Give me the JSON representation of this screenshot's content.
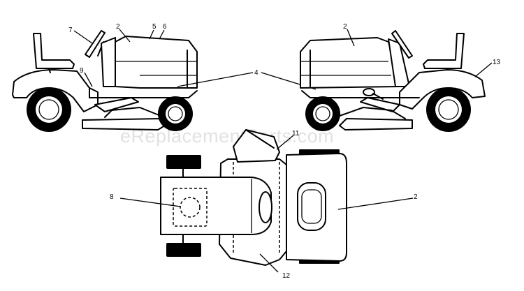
{
  "watermark": "eReplacementParts.com",
  "callouts": {
    "left_view": {
      "c7": "7",
      "c2": "2",
      "c5": "5",
      "c6": "6",
      "c9": "9"
    },
    "shared": {
      "c4": "4"
    },
    "right_view": {
      "c2": "2",
      "c13": "13"
    },
    "top_view": {
      "c11": "11",
      "c8": "8",
      "c2": "2",
      "c12": "12"
    }
  }
}
